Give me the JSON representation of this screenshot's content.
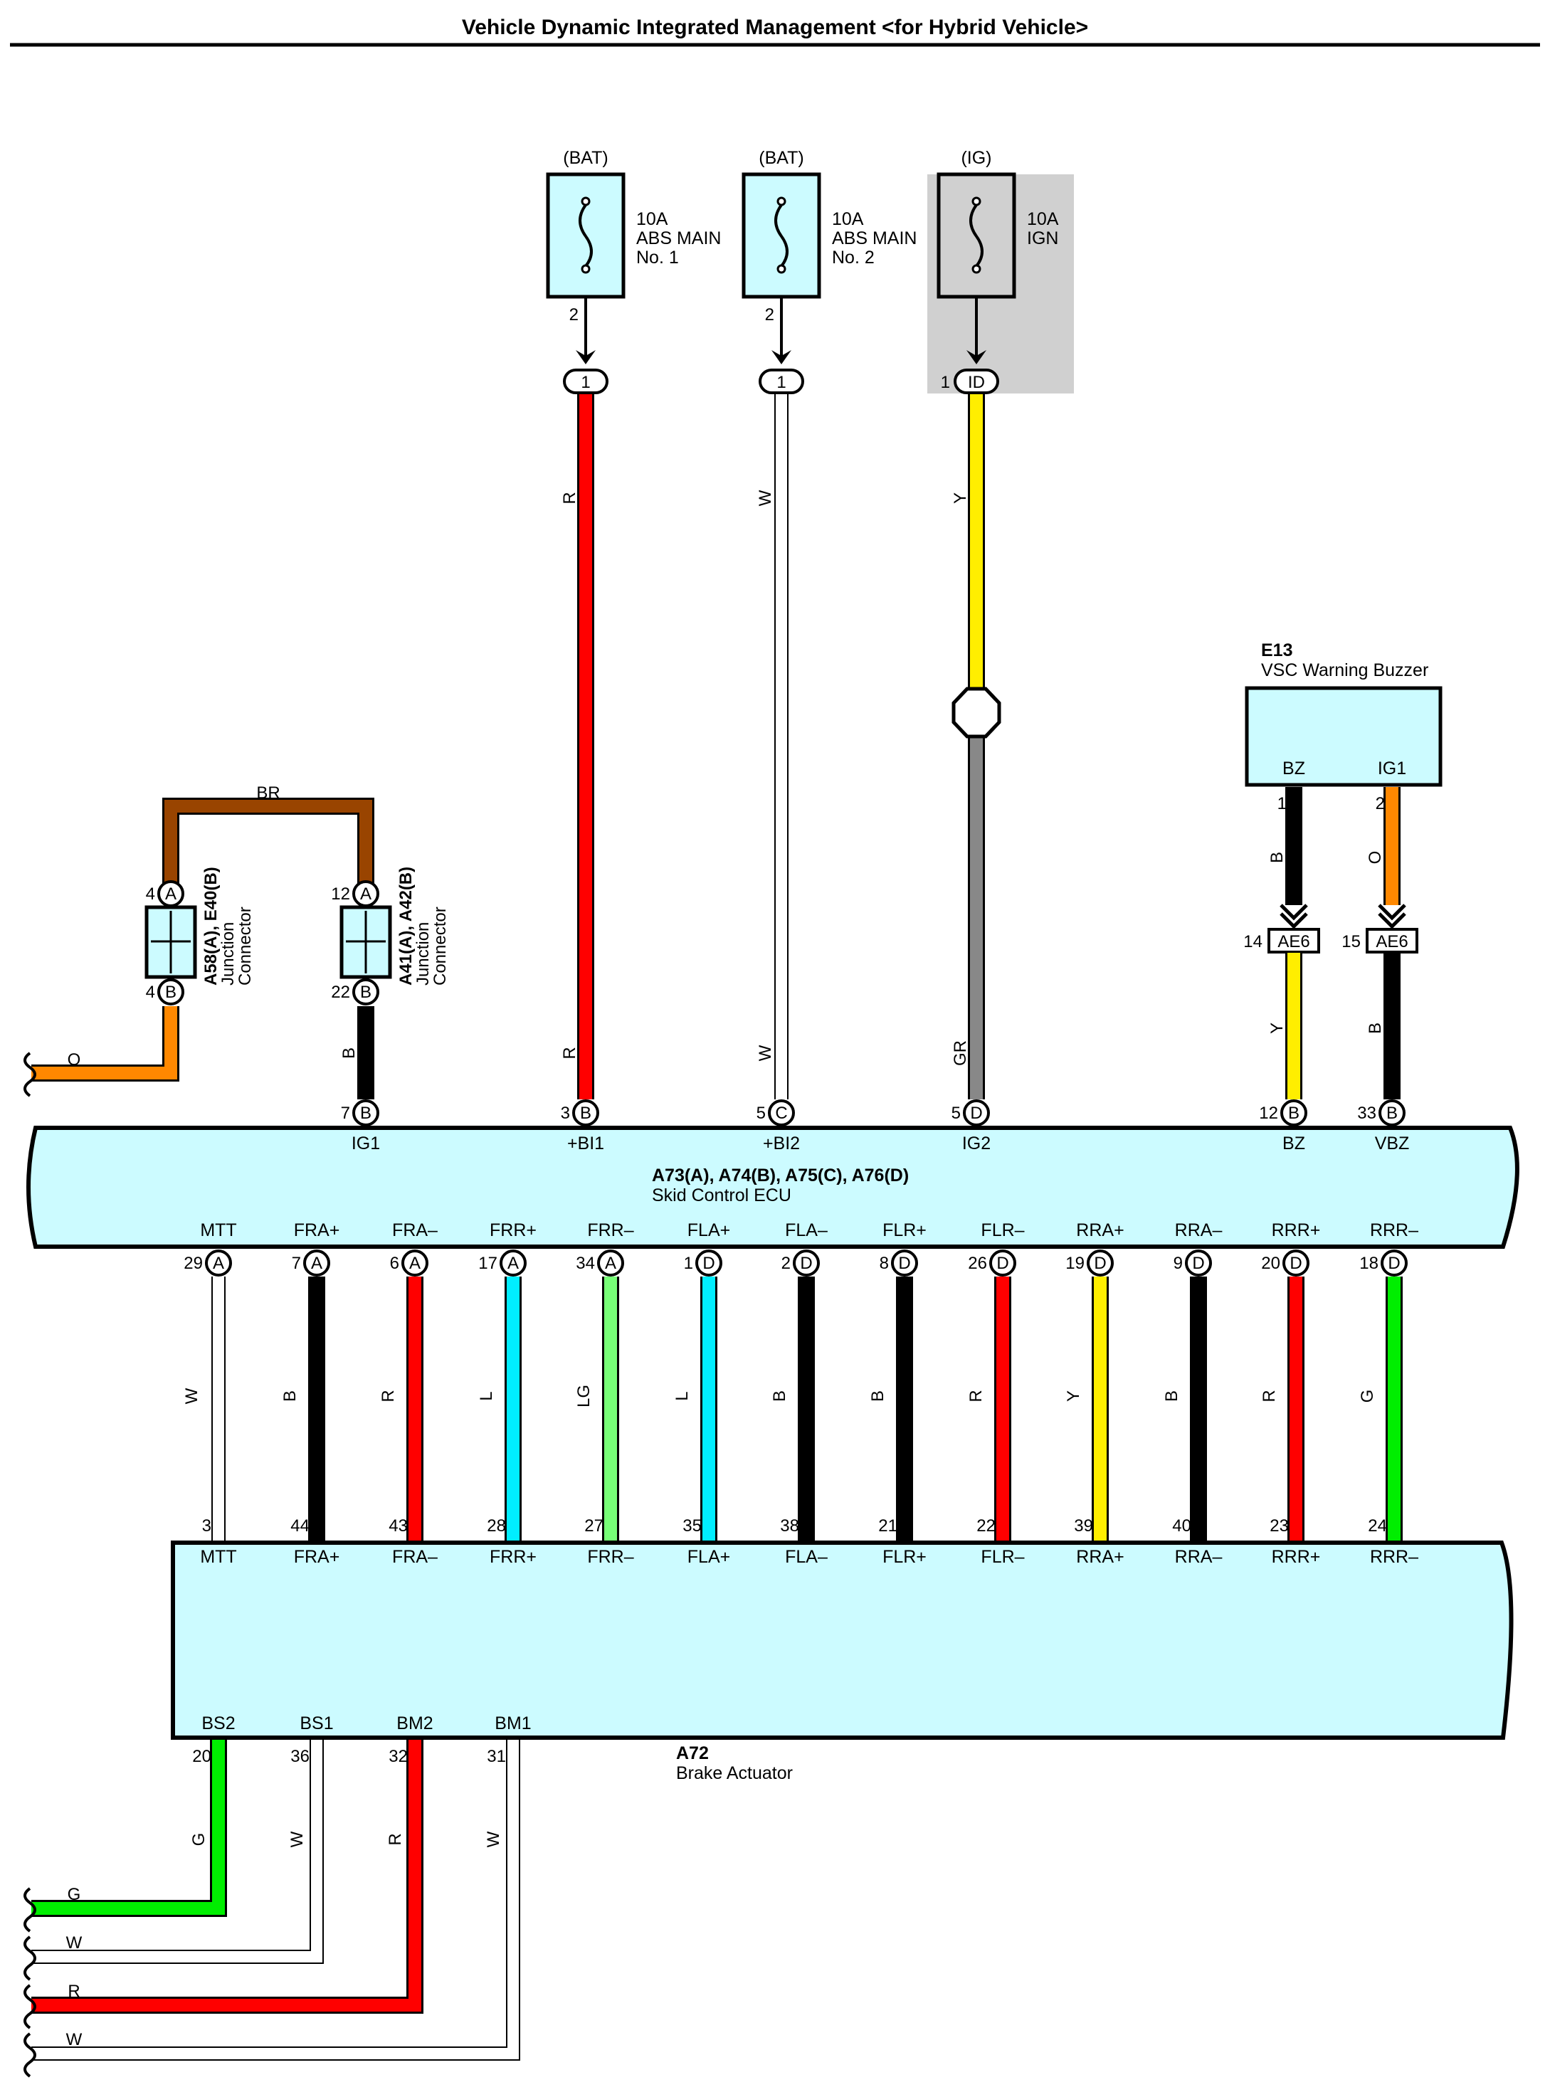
{
  "title": "Vehicle Dynamic Integrated Management <for Hybrid Vehicle>",
  "colors": {
    "R": "#ff0000",
    "W": "#ffffff",
    "Y": "#ffee00",
    "GR": "#888888",
    "B": "#000000",
    "O": "#ff8800",
    "BR": "#994400",
    "L": "#00eeff",
    "LG": "#77ff77",
    "G": "#00ee00",
    "component_fill": "#ccfbff",
    "ig_area": "#d0d0d0"
  },
  "fuses": [
    {
      "supply": "(BAT)",
      "rating": "10A",
      "name1": "ABS MAIN",
      "name2": "No. 1",
      "pin": "2",
      "conn": "1",
      "conn_num": "",
      "wire": "R",
      "ecu_pin": "3",
      "ecu_conn": "B",
      "ecu_term": "+BI1"
    },
    {
      "supply": "(BAT)",
      "rating": "10A",
      "name1": "ABS MAIN",
      "name2": "No. 2",
      "pin": "2",
      "conn": "1",
      "conn_num": "",
      "wire": "W",
      "ecu_pin": "5",
      "ecu_conn": "C",
      "ecu_term": "+BI2"
    },
    {
      "supply": "(IG)",
      "rating": "10A",
      "name1": "IGN",
      "name2": "",
      "pin": "",
      "conn": "ID",
      "conn_num": "1",
      "wire": "Y",
      "wire2": "GR",
      "ecu_pin": "5",
      "ecu_conn": "D",
      "ecu_term": "IG2"
    }
  ],
  "junctions": [
    {
      "code": "A58(A), E40(B)",
      "name1": "Junction",
      "name2": "Connector",
      "pin_a": "4",
      "pin_b": "4",
      "conn_a": "A",
      "conn_b": "B",
      "wire_out": "O"
    },
    {
      "code": "A41(A), A42(B)",
      "name1": "Junction",
      "name2": "Connector",
      "pin_a": "12",
      "pin_b": "22",
      "conn_a": "A",
      "conn_b": "B",
      "wire_out": "B",
      "ecu_pin": "7",
      "ecu_conn": "B",
      "ecu_term": "IG1"
    }
  ],
  "jc_bridge_wire": "BR",
  "buzzer": {
    "code": "E13",
    "name": "VSC Warning Buzzer",
    "terms": [
      {
        "label": "BZ",
        "pin": "1",
        "wire": "B",
        "j_pin": "14",
        "j_conn": "AE6",
        "wire2": "Y",
        "ecu_pin": "12",
        "ecu_conn": "B",
        "ecu_term": "BZ"
      },
      {
        "label": "IG1",
        "pin": "2",
        "wire": "O",
        "j_pin": "15",
        "j_conn": "AE6",
        "wire2": "B",
        "ecu_pin": "33",
        "ecu_conn": "B",
        "ecu_term": "VBZ"
      }
    ]
  },
  "ecu": {
    "code": "A73(A), A74(B), A75(C), A76(D)",
    "name": "Skid Control ECU"
  },
  "actuator": {
    "code": "A72",
    "name": "Brake Actuator"
  },
  "signals": [
    {
      "term": "MTT",
      "ecu_pin": "29",
      "ecu_conn": "A",
      "wire": "W",
      "act_pin": "3"
    },
    {
      "term": "FRA+",
      "ecu_pin": "7",
      "ecu_conn": "A",
      "wire": "B",
      "act_pin": "44"
    },
    {
      "term": "FRA–",
      "ecu_pin": "6",
      "ecu_conn": "A",
      "wire": "R",
      "act_pin": "43"
    },
    {
      "term": "FRR+",
      "ecu_pin": "17",
      "ecu_conn": "A",
      "wire": "L",
      "act_pin": "28"
    },
    {
      "term": "FRR–",
      "ecu_pin": "34",
      "ecu_conn": "A",
      "wire": "LG",
      "act_pin": "27"
    },
    {
      "term": "FLA+",
      "ecu_pin": "1",
      "ecu_conn": "D",
      "wire": "L",
      "act_pin": "35"
    },
    {
      "term": "FLA–",
      "ecu_pin": "2",
      "ecu_conn": "D",
      "wire": "B",
      "act_pin": "38"
    },
    {
      "term": "FLR+",
      "ecu_pin": "8",
      "ecu_conn": "D",
      "wire": "B",
      "act_pin": "21"
    },
    {
      "term": "FLR–",
      "ecu_pin": "26",
      "ecu_conn": "D",
      "wire": "R",
      "act_pin": "22"
    },
    {
      "term": "RRA+",
      "ecu_pin": "19",
      "ecu_conn": "D",
      "wire": "Y",
      "act_pin": "39"
    },
    {
      "term": "RRA–",
      "ecu_pin": "9",
      "ecu_conn": "D",
      "wire": "B",
      "act_pin": "40"
    },
    {
      "term": "RRR+",
      "ecu_pin": "20",
      "ecu_conn": "D",
      "wire": "R",
      "act_pin": "23"
    },
    {
      "term": "RRR–",
      "ecu_pin": "18",
      "ecu_conn": "D",
      "wire": "G",
      "act_pin": "24"
    }
  ],
  "sensors": [
    {
      "term": "BS2",
      "pin": "20",
      "wire": "G"
    },
    {
      "term": "BS1",
      "pin": "36",
      "wire": "W"
    },
    {
      "term": "BM2",
      "pin": "32",
      "wire": "R"
    },
    {
      "term": "BM1",
      "pin": "31",
      "wire": "W"
    }
  ]
}
